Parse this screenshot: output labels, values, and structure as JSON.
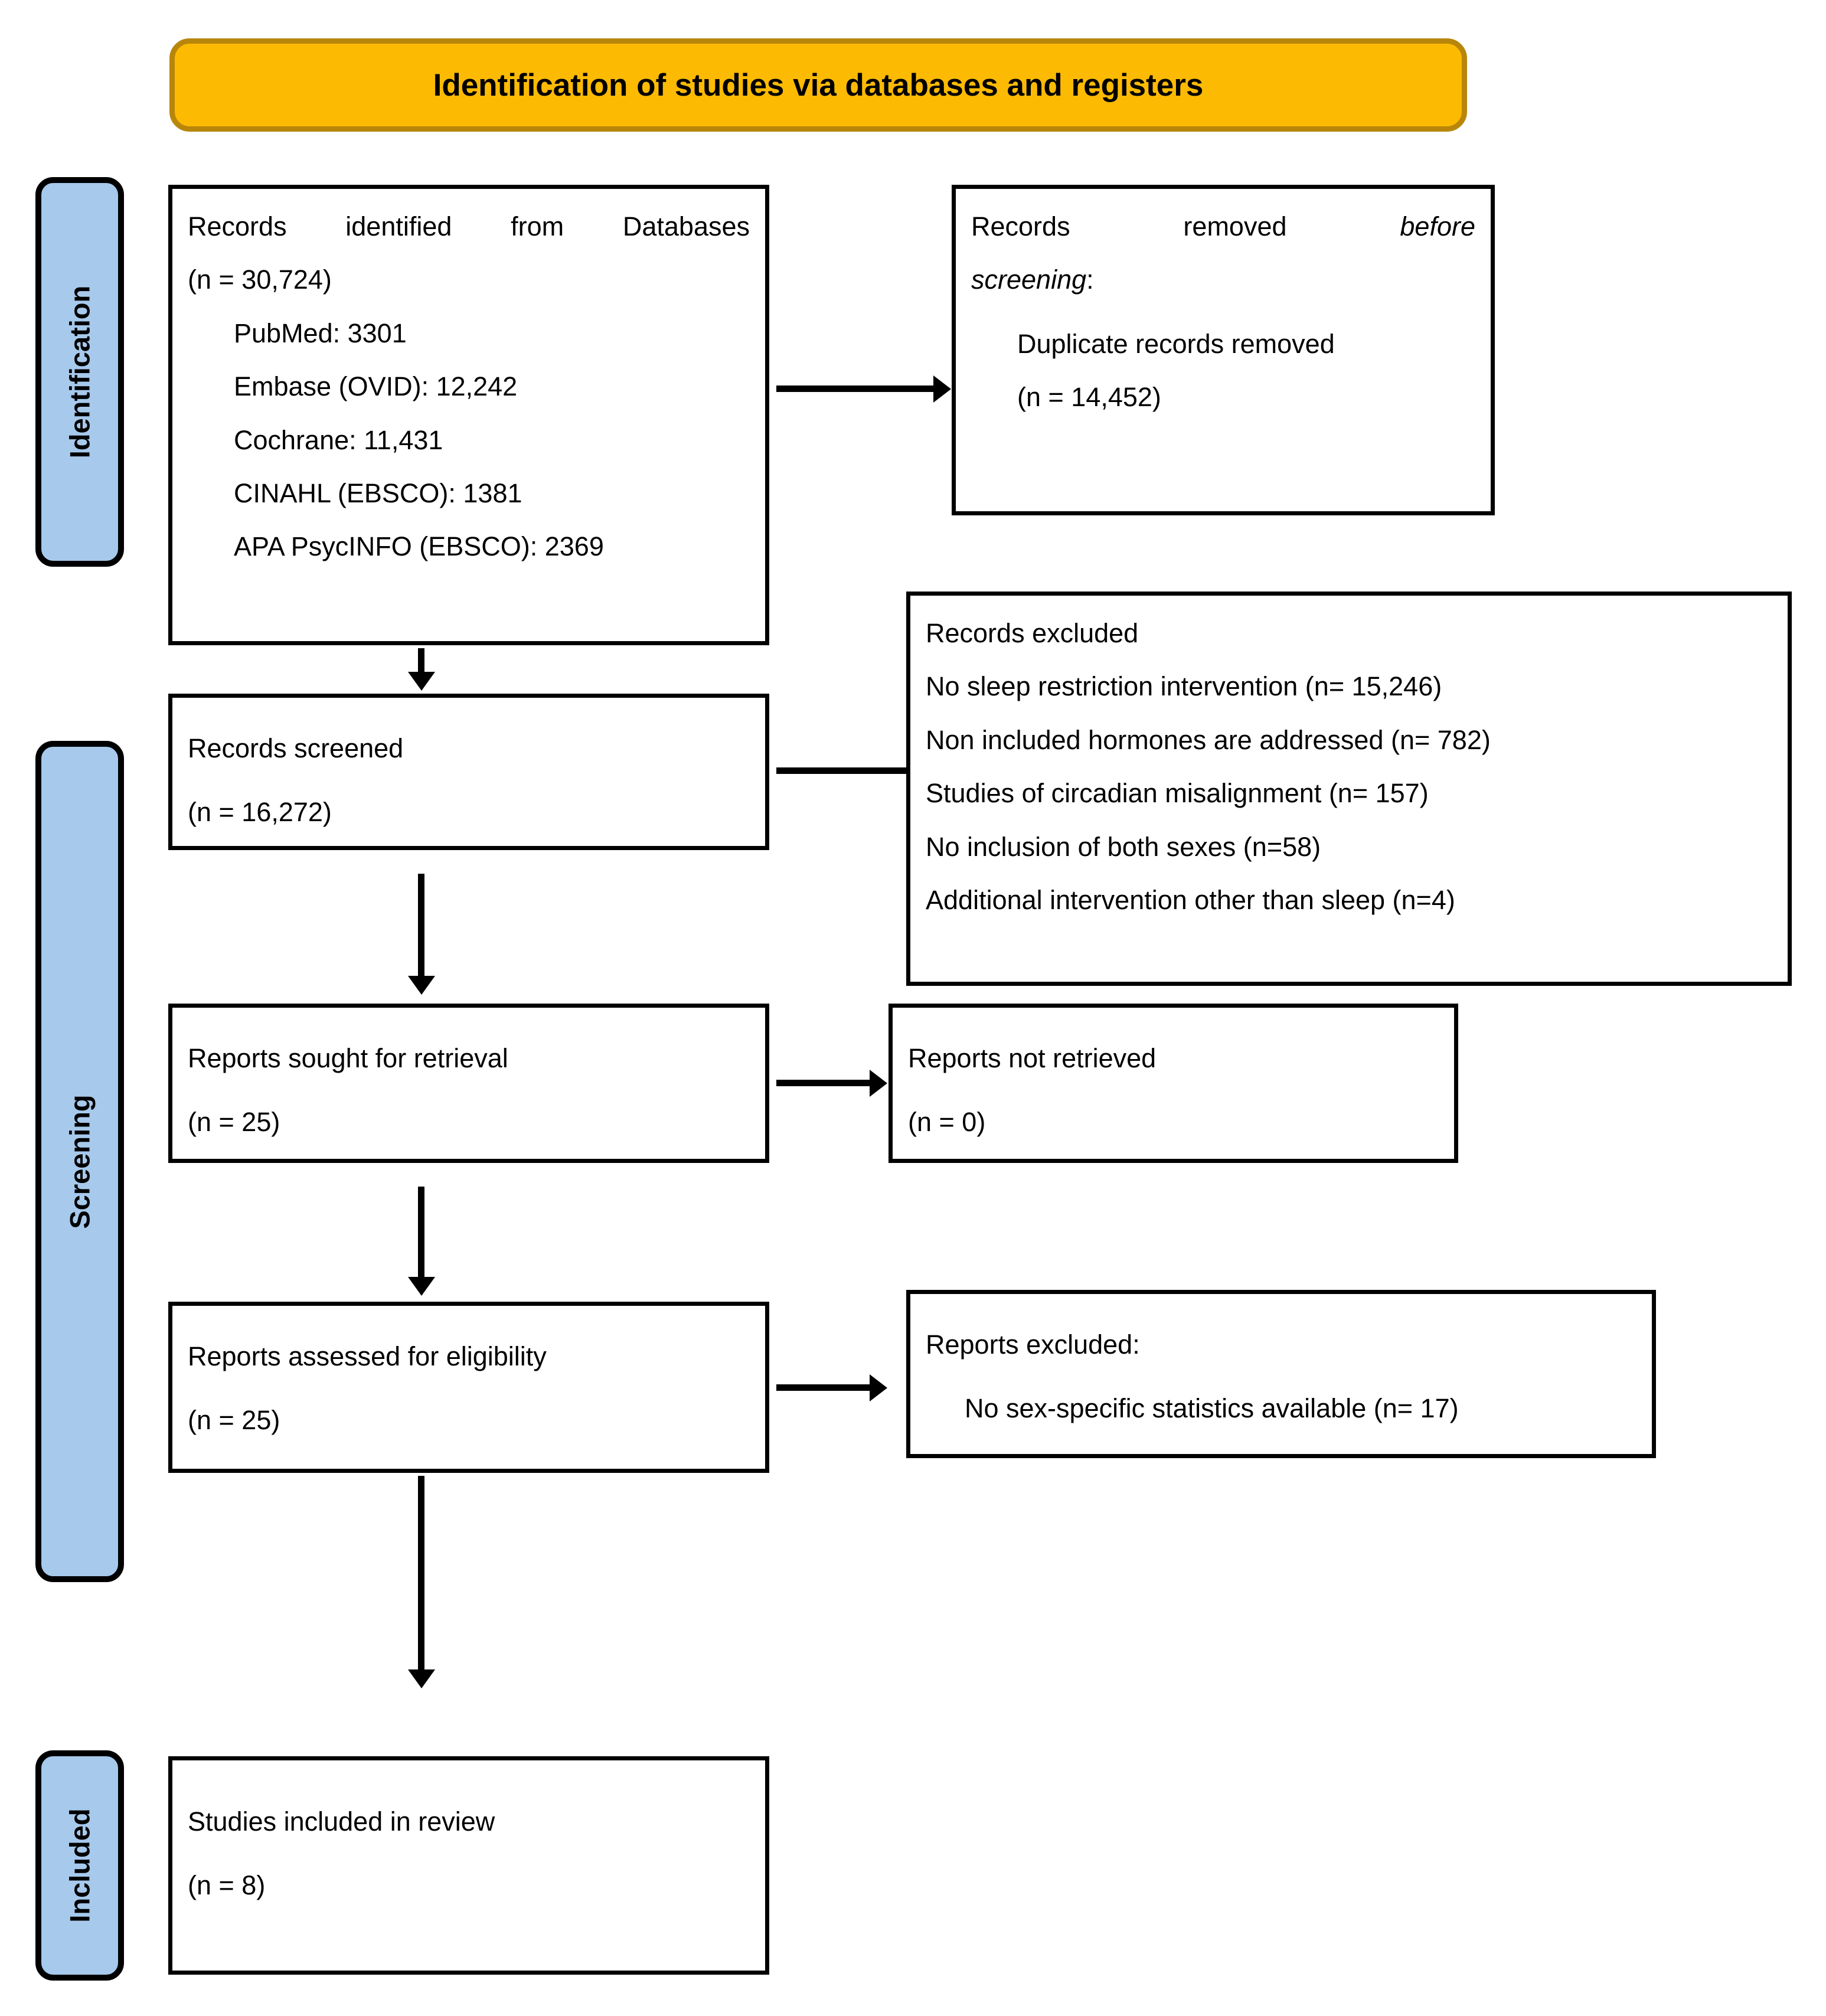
{
  "banner": {
    "title": "Identification of studies via databases and registers"
  },
  "phases": [
    {
      "label": "Identification"
    },
    {
      "label": "Screening"
    },
    {
      "label": "Included"
    }
  ],
  "boxes": {
    "identified": {
      "line1": "Records identified from Databases",
      "line2": "(n = 30,724)",
      "sources": [
        "PubMed: 3301",
        "Embase (OVID): 12,242",
        "Cochrane: 11,431",
        "CINAHL (EBSCO): 1381",
        "APA PsycINFO (EBSCO): 2369"
      ]
    },
    "removed_before": {
      "line1": "Records removed ",
      "line1_italic": "before",
      "line2_italic": "screening",
      "line2_suffix": ":",
      "detail1": "Duplicate records removed",
      "detail2": "(n = 14,452)"
    },
    "screened": {
      "line1": "Records screened",
      "line2": "(n = 16,272)"
    },
    "records_excluded": {
      "title": "Records excluded",
      "reasons": [
        "No sleep restriction intervention (n= 15,246)",
        "Non included hormones are addressed (n= 782)",
        "Studies of circadian misalignment (n= 157)",
        "No inclusion of both sexes (n=58)",
        "Additional intervention other than sleep (n=4)"
      ]
    },
    "sought": {
      "line1": "Reports sought for retrieval",
      "line2": "(n = 25)"
    },
    "not_retrieved": {
      "line1": "Reports not retrieved",
      "line2": "(n = 0)"
    },
    "assessed": {
      "line1": "Reports assessed for eligibility",
      "line2": "(n = 25)"
    },
    "reports_excluded": {
      "title": "Reports excluded:",
      "reason": "No sex-specific statistics available (n= 17)"
    },
    "included": {
      "line1": "Studies included in review",
      "line2": "(n = 8)"
    }
  },
  "colors": {
    "banner_fill": "#FCBA03",
    "banner_border": "#B8860B",
    "phase_fill": "#A6C9EC",
    "stroke": "#000000"
  }
}
